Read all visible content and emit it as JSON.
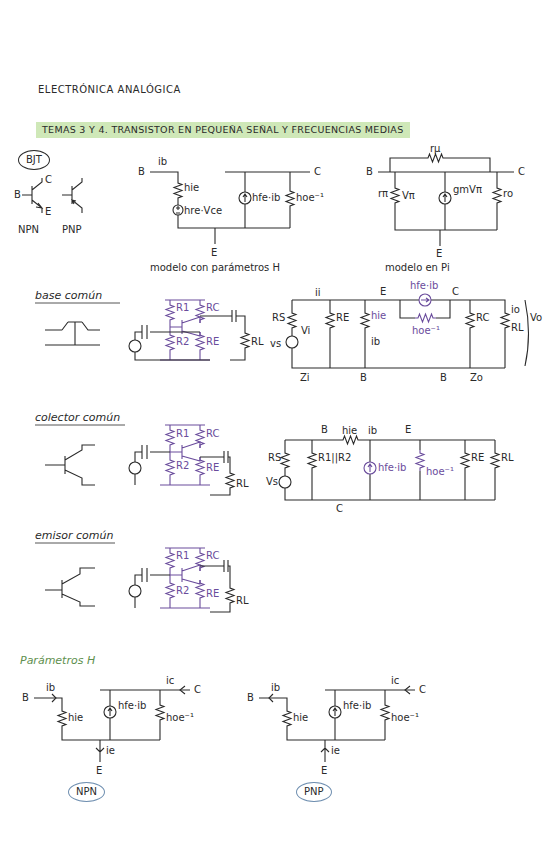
{
  "diagram": {
    "title": "ELECTRÓNICA ANALÓGICA",
    "nodes": [
      {
        "text": [
          "BJT"
        ]
      },
      {
        "text": [
          "NPN"
        ]
      },
      {
        "text": [
          "PNP"
        ]
      }
    ],
    "labels": [
      "B",
      "C",
      "E",
      "NPN",
      "PNP",
      "B",
      "ib",
      "hie",
      "hre·Vce",
      "hfe·ib",
      "hoe⁻¹",
      "C",
      "E",
      "modelo con parámetros H",
      "B",
      "rμ",
      "C",
      "rπ",
      "Vπ",
      "gmVπ",
      "ro",
      "E",
      "modelo en Pi",
      "base común",
      "R1",
      "RC",
      "R2",
      "RE",
      "RL",
      "ii",
      "RS",
      "vs",
      "Vi",
      "RE",
      "hie",
      "ib",
      "E",
      "hfe·ib",
      "hoe⁻¹",
      "C",
      "RC",
      "io",
      "RL",
      "Vo",
      "Zi",
      "B",
      "B",
      "Zo",
      "colector común",
      "R1",
      "RC",
      "R2",
      "RE",
      "RL",
      "B",
      "hie",
      "ib",
      "E",
      "RS",
      "Vs",
      "R1||R2",
      "hfe·ib",
      "hoe⁻¹",
      "RE",
      "RL",
      "C",
      "emisor común",
      "R1",
      "RC",
      "R2",
      "RE",
      "RL",
      "Parámetros H",
      "B",
      "ib",
      "hie",
      "hfe·ib",
      "hoe⁻¹",
      "ic",
      "C",
      "ie",
      "E",
      "B",
      "ib",
      "hie",
      "hfe·ib",
      "hoe⁻¹",
      "ic",
      "C",
      "ie",
      "E",
      "TEMAS 3 Y 4. TRANSISTOR EN PEQUEÑA SEÑAL Y FRECUENCIAS MEDIAS"
    ]
  }
}
